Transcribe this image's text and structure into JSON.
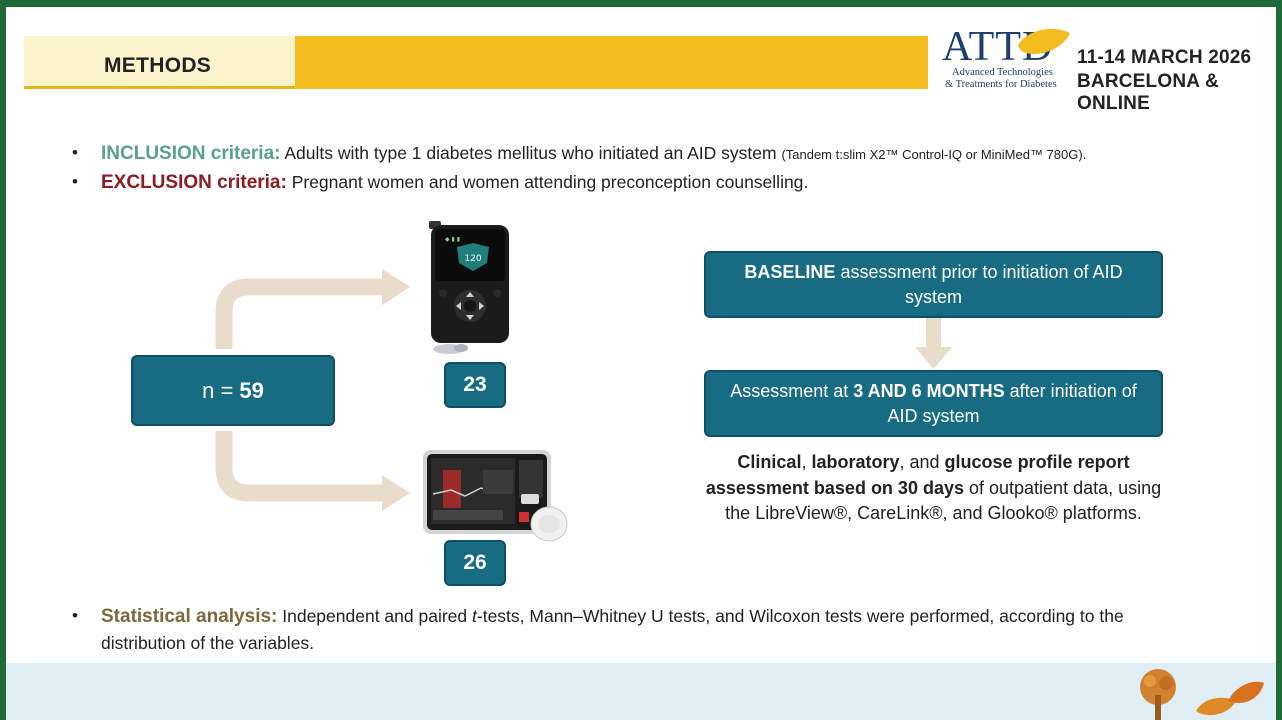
{
  "header": {
    "section_title": "METHODS",
    "logo_name": "ATTD",
    "logo_sub1": "Advanced Technologies",
    "logo_sub2": "& Treatments for Diabetes",
    "event_dates": "11-14 MARCH 2026",
    "event_place": "BARCELONA & ONLINE"
  },
  "criteria": {
    "inclusion_label": "INCLUSION criteria:",
    "inclusion_text": " Adults with type 1 diabetes mellitus who initiated an AID system ",
    "inclusion_note": "(Tandem t:slim X2™ Control-IQ or MiniMed™ 780G).",
    "exclusion_label": "EXCLUSION criteria:",
    "exclusion_text": " Pregnant women and women attending preconception counselling."
  },
  "cohort": {
    "total_prefix": "n = ",
    "total_value": "59",
    "minimed_count": "23",
    "tslim_count": "26",
    "minimed_screen_value": "120"
  },
  "flow": {
    "baseline_bold": "BASELINE",
    "baseline_rest": " assessment prior to initiation of AID system",
    "followup_pre": "Assessment at ",
    "followup_bold": "3 AND 6 MONTHS",
    "followup_post": " after initiation of AID system"
  },
  "assessment": {
    "part1": "Clinical",
    "part2": ", ",
    "part3": "laboratory",
    "part4": ", and ",
    "part5": "glucose profile report assessment based on 30 days",
    "part6": " of outpatient data, using the LibreView®, CareLink®, and Glooko® platforms."
  },
  "statistics": {
    "label": "Statistical analysis:",
    "line1_pre": " Independent and paired ",
    "line1_t": "t",
    "line1_post": "-tests, Mann–Whitney U tests, and Wilcoxon tests were performed, according to the",
    "line2": "distribution of the variables."
  },
  "colors": {
    "header_yellow": "#f2bb1e",
    "box_teal": "#176c84",
    "arrow_beige": "#eadccb",
    "inclusion_green": "#5aa08e",
    "exclusion_red": "#8b1c22",
    "statistics_olive": "#7a6a3a"
  }
}
